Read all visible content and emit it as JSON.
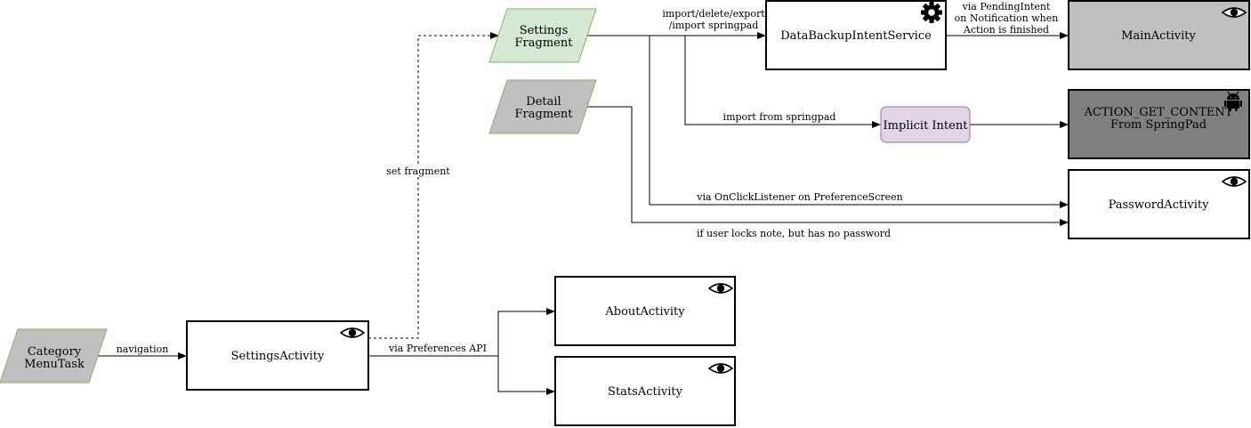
{
  "nodes": {
    "category_menu_task": {
      "lines": [
        "Category",
        "MenuTask"
      ]
    },
    "settings_activity": {
      "label": "SettingsActivity"
    },
    "settings_fragment": {
      "lines": [
        "Settings",
        "Fragment"
      ]
    },
    "detail_fragment": {
      "lines": [
        "Detail",
        "Fragment"
      ]
    },
    "data_backup_intent_service": {
      "label": "DataBackupIntentService"
    },
    "main_activity": {
      "label": "MainActivity"
    },
    "implicit_intent": {
      "label": "Implicit Intent"
    },
    "action_get_content": {
      "lines": [
        "ACTION_GET_CONTENT",
        "From SpringPad"
      ]
    },
    "password_activity": {
      "label": "PasswordActivity"
    },
    "about_activity": {
      "label": "AboutActivity"
    },
    "stats_activity": {
      "label": "StatsActivity"
    }
  },
  "edges": {
    "navigation": "navigation",
    "set_fragment": "set fragment",
    "import_export": [
      "import/delete/export",
      "/import springpad"
    ],
    "pending_intent": [
      "via PendingIntent",
      "on Notification when",
      "Action is finished"
    ],
    "import_from_springpad": "import from springpad",
    "onclick_listener": "via OnClickListener on PreferenceScreen",
    "user_locks_note": "if user locks note, but has no password",
    "preferences_api": "via Preferences API"
  },
  "icons": {
    "activity": "eye-icon",
    "service": "gear-icon",
    "external": "android-icon"
  },
  "colors": {
    "fragment_green_fill": "#d5e8d4",
    "fragment_green_stroke": "#82b366",
    "fragment_gray_fill": "#c0c0c0",
    "main_activity_fill": "#c0c0c0",
    "implicit_intent_fill": "#e1d5e7",
    "implicit_intent_stroke": "#9673a6",
    "action_get_content_fill": "#808080"
  }
}
